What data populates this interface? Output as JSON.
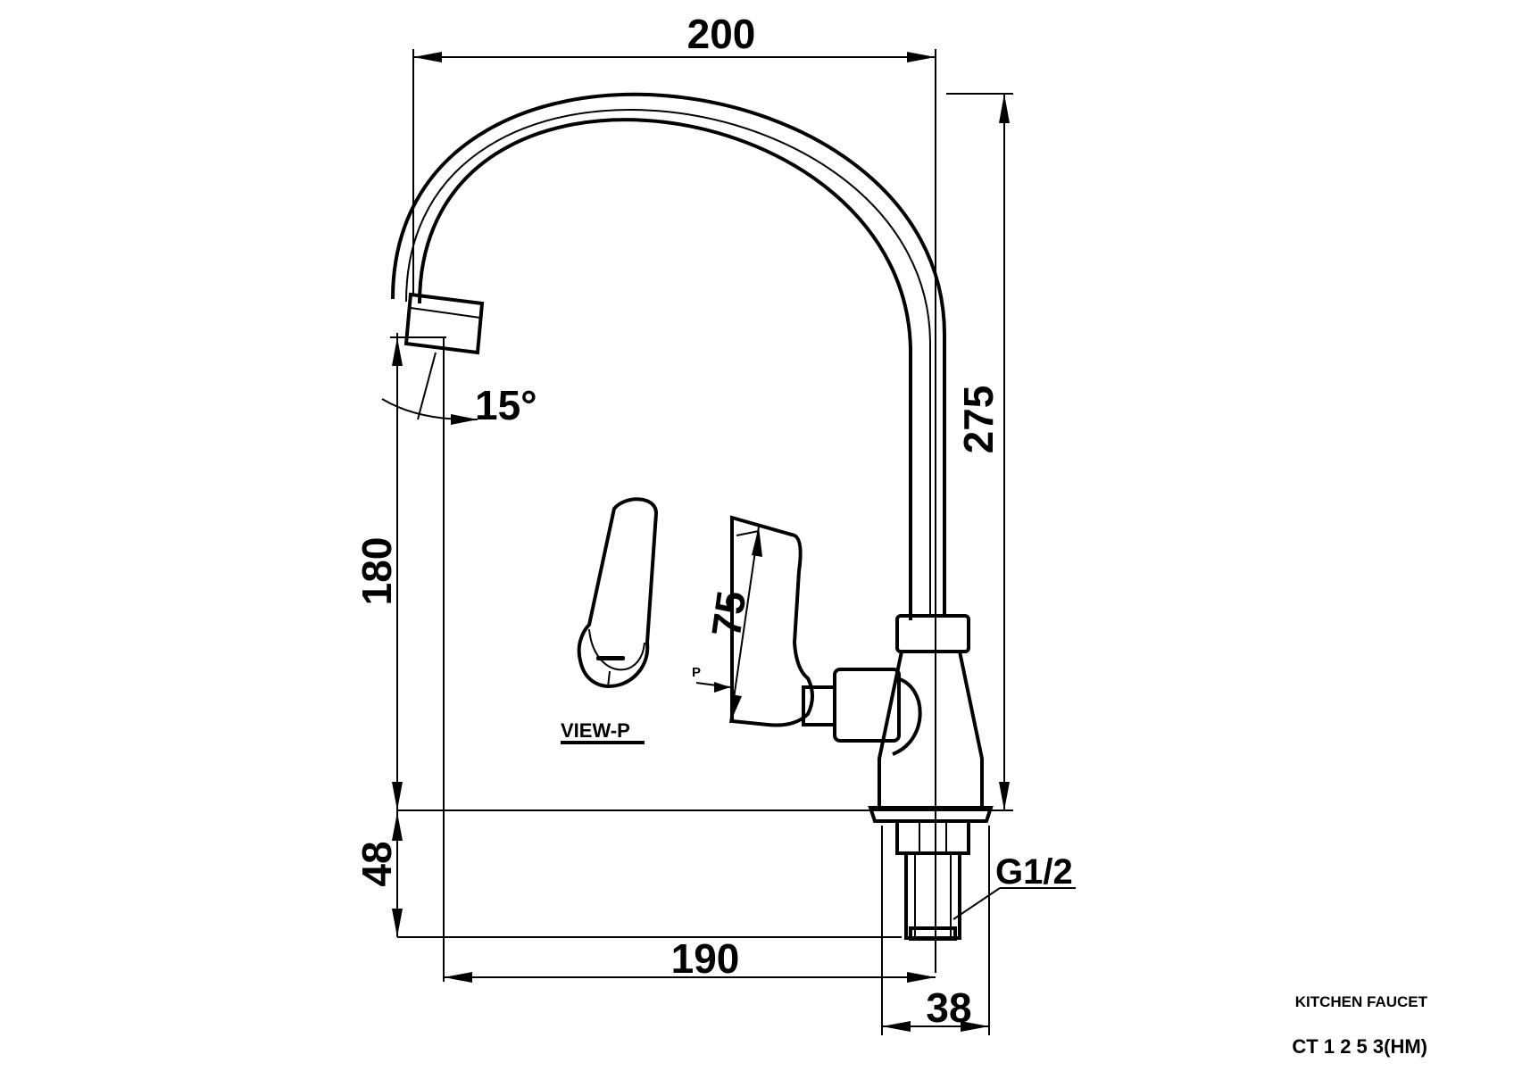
{
  "dimensions": {
    "width_top": "200",
    "height_total": "275",
    "height_spout": "180",
    "shank_length": "48",
    "base_width": "190",
    "base_diameter": "38",
    "handle_length": "75",
    "spout_angle": "15°",
    "thread": "G1/2"
  },
  "labels": {
    "view_label": "VIEW-P",
    "p_marker": "P"
  },
  "title_block": {
    "product_type": "KITCHEN FAUCET",
    "model_code": "CT 1 2 5 3(HM)"
  }
}
